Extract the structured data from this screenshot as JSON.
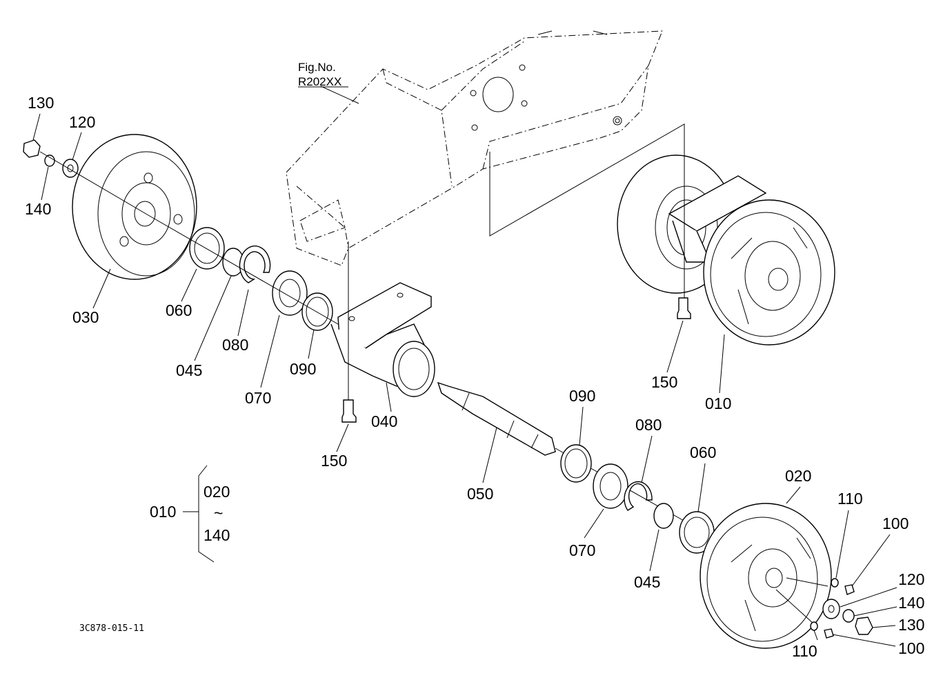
{
  "figure": {
    "fig_ref_line1": "Fig.No.",
    "fig_ref_line2": "R202XX",
    "drawing_code": "3C878-015-11"
  },
  "callouts": {
    "c130a": "130",
    "c120a": "120",
    "c140a": "140",
    "c030": "030",
    "c060a": "060",
    "c045a": "045",
    "c080a": "080",
    "c070a": "070",
    "c090a": "090",
    "c040": "040",
    "c150a": "150",
    "c150b": "150",
    "c010": "010",
    "c090b": "090",
    "c080b": "080",
    "c060b": "060",
    "c050": "050",
    "c070b": "070",
    "c045b": "045",
    "c020": "020",
    "c110a": "110",
    "c100a": "100",
    "c120b": "120",
    "c140b": "140",
    "c130b": "130",
    "c110b": "110",
    "c100b": "100"
  },
  "assembly_note": {
    "parent": "010",
    "range_start": "020",
    "range_sep": "~",
    "range_end": "140"
  }
}
